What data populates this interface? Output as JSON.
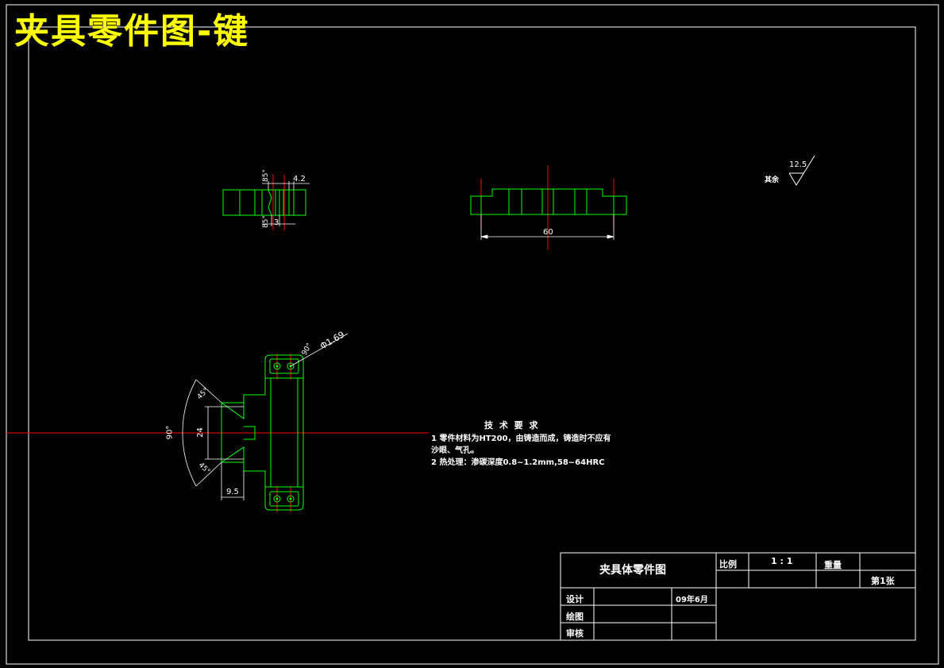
{
  "banner_title": "夹具零件图-键",
  "dimensions": {
    "top_left_angle": "85°",
    "top_left_width": "4.2",
    "bottom_left_angle": "85°",
    "bottom_left_width": "3",
    "length_60": "60",
    "hole_angle": "90°",
    "hole_diameter": "Φ1.69",
    "upper_chamfer": "45°",
    "lower_chamfer": "45°",
    "angle_90": "90°",
    "height_24": "24",
    "width_9_5": "9.5"
  },
  "surface_finish": {
    "label": "其余",
    "value": "12.5"
  },
  "technical_requirements": {
    "heading": "技 术 要 求",
    "line1": "1 零件材料为HT200，由铸造而成，铸造时不应有",
    "line2": "沙眼、气孔。",
    "line3": "2 热处理：渗碳深度0.8~1.2mm,58~64HRC"
  },
  "title_block": {
    "part_name": "夹具体零件图",
    "scale_label": "比例",
    "scale_value": "1 : 1",
    "weight_label": "重量",
    "sheet_label": "第1张",
    "design_label": "设计",
    "design_date": "09年6月",
    "drawing_label": "绘图",
    "review_label": "审核"
  },
  "colors": {
    "background": "#000000",
    "frame": "#ffffff",
    "outline": "#00ff00",
    "centerline": "#ff0000",
    "banner": "#ffff00",
    "text": "#ffffff"
  }
}
